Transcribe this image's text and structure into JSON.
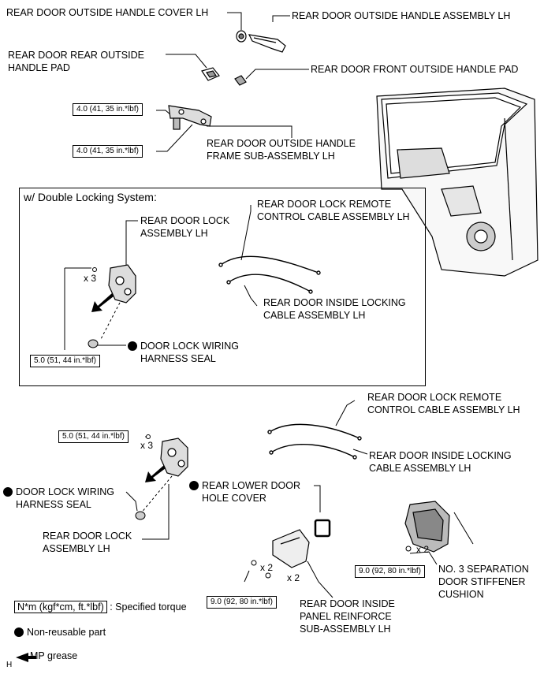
{
  "labels": {
    "cover_lh": "REAR DOOR OUTSIDE HANDLE COVER LH",
    "handle_assy_lh": "REAR DOOR OUTSIDE HANDLE ASSEMBLY LH",
    "rear_pad_1": "REAR DOOR REAR OUTSIDE",
    "rear_pad_2": "HANDLE PAD",
    "front_pad": "REAR DOOR FRONT OUTSIDE HANDLE PAD",
    "frame_sub_1": "REAR DOOR OUTSIDE HANDLE",
    "frame_sub_2": "FRAME SUB-ASSEMBLY LH",
    "double_lock_title": "w/ Double Locking System:",
    "lock_assy_1": "REAR DOOR LOCK",
    "lock_assy_2": "ASSEMBLY LH",
    "remote_cable_1": "REAR DOOR LOCK REMOTE",
    "remote_cable_2": "CONTROL CABLE ASSEMBLY LH",
    "inside_cable_1": "REAR DOOR INSIDE LOCKING",
    "inside_cable_2": "CABLE ASSEMBLY LH",
    "seal_1": "DOOR LOCK WIRING",
    "seal_2": "HARNESS SEAL",
    "remote_cable_b_1": "REAR DOOR LOCK REMOTE",
    "remote_cable_b_2": "CONTROL CABLE ASSEMBLY LH",
    "inside_cable_b_1": "REAR DOOR INSIDE LOCKING",
    "inside_cable_b_2": "CABLE ASSEMBLY LH",
    "seal_b_1": "DOOR LOCK WIRING",
    "seal_b_2": "HARNESS SEAL",
    "hole_cover_1": "REAR LOWER DOOR",
    "hole_cover_2": "HOLE COVER",
    "lock_assy_b_1": "REAR DOOR LOCK",
    "lock_assy_b_2": "ASSEMBLY LH",
    "cushion_1": "NO. 3 SEPARATION",
    "cushion_2": "DOOR STIFFENER",
    "cushion_3": "CUSHION",
    "reinforce_1": "REAR DOOR INSIDE",
    "reinforce_2": "PANEL REINFORCE",
    "reinforce_3": "SUB-ASSEMBLY LH"
  },
  "torques": {
    "t1": "4.0 (41, 35 in.*lbf)",
    "t2": "4.0 (41, 35 in.*lbf)",
    "t3": "5.0 (51, 44 in.*lbf)",
    "t4": "5.0 (51, 44 in.*lbf)",
    "t5": "9.0 (92, 80 in.*lbf)",
    "t6": "9.0 (92, 80 in.*lbf)"
  },
  "multipliers": {
    "m1": "x 3",
    "m2": "x 3",
    "m3": "x 2",
    "m4": "x 2",
    "m5": "x 2"
  },
  "legend": {
    "torque_box": "N*m (kgf*cm, ft.*lbf)",
    "torque_text": ": Specified torque",
    "nonreusable": "Non-reusable part",
    "grease_letter": "H",
    "grease": "MP grease"
  }
}
